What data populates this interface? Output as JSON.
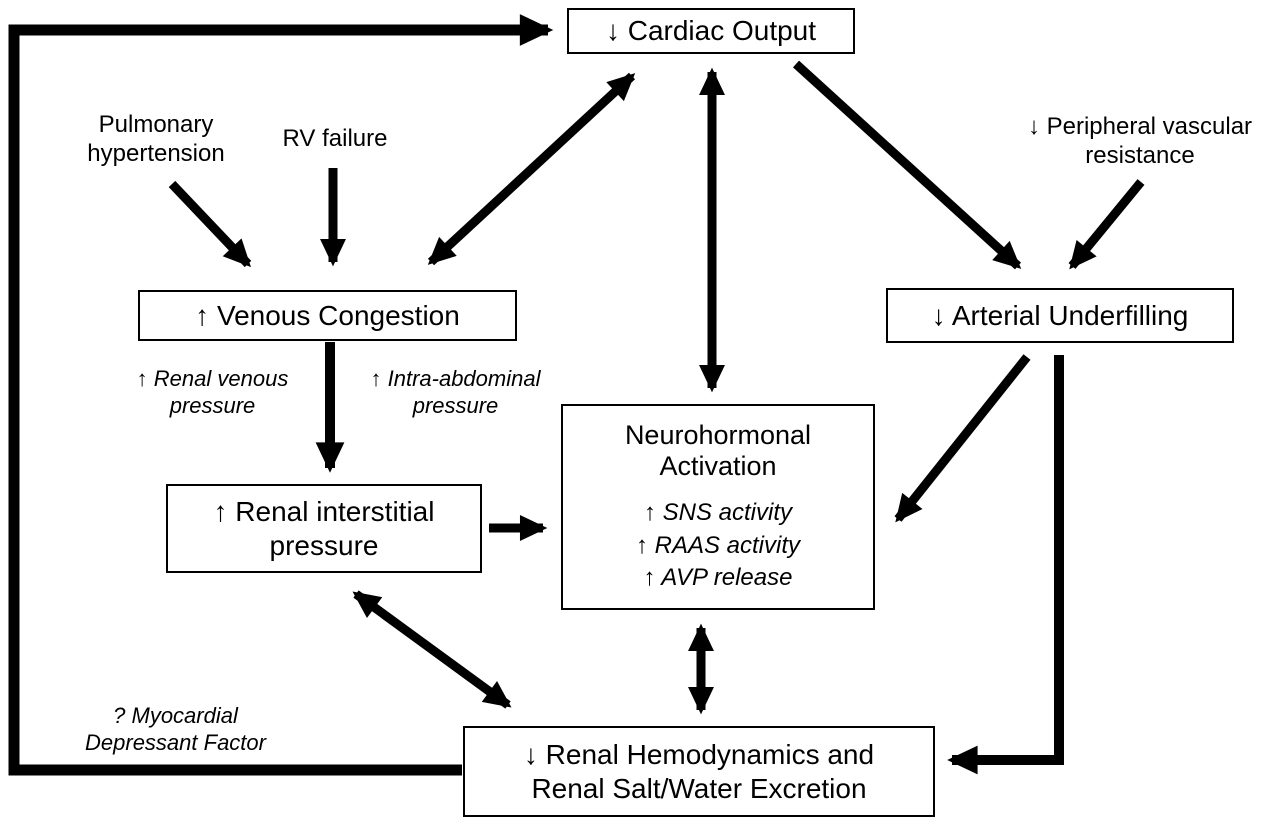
{
  "diagram": {
    "title": "Venous congestion and cardiorenal interaction diagram",
    "colors": {
      "ink": "#000000",
      "background": "#ffffff"
    },
    "boxes": {
      "cardiac_output": {
        "label": "↓ Cardiac Output"
      },
      "venous_congestion": {
        "label": "↑ Venous Congestion"
      },
      "arterial_underfilling": {
        "label": "↓ Arterial Underfilling"
      },
      "neurohormonal": {
        "title_line1": "Neurohormonal",
        "title_line2": "Activation",
        "items": [
          "↑ SNS activity",
          "↑ RAAS activity",
          "↑ AVP release"
        ]
      },
      "renal_interstitial": {
        "line1": "↑ Renal interstitial",
        "line2": "pressure"
      },
      "renal_hemodynamics": {
        "line1": "↓ Renal Hemodynamics and",
        "line2": "Renal Salt/Water Excretion"
      }
    },
    "labels": {
      "pulmonary_hypertension": {
        "line1": "Pulmonary",
        "line2": "hypertension"
      },
      "rv_failure": {
        "label": "RV failure"
      },
      "peripheral_vascular": {
        "line1": "↓ Peripheral vascular",
        "line2": "resistance"
      },
      "renal_venous_pressure": {
        "line1": "↑ Renal venous",
        "line2": "pressure"
      },
      "intra_abdominal_pressure": {
        "line1": "↑ Intra-abdominal",
        "line2": "pressure"
      },
      "myocardial_depressant": {
        "line1": "? Myocardial",
        "line2": "Depressant Factor"
      }
    },
    "arrows": [
      {
        "name": "renal-hemodynamics-to-cardiac-output-feedback",
        "type": "single"
      },
      {
        "name": "pulmonary-hypertension-to-venous-congestion",
        "type": "single"
      },
      {
        "name": "rv-failure-to-venous-congestion",
        "type": "single"
      },
      {
        "name": "cardiac-output-venous-congestion",
        "type": "double"
      },
      {
        "name": "cardiac-output-neurohormonal",
        "type": "double"
      },
      {
        "name": "cardiac-output-to-arterial-underfilling",
        "type": "single"
      },
      {
        "name": "peripheral-vascular-to-arterial-underfilling",
        "type": "single"
      },
      {
        "name": "venous-congestion-to-renal-interstitial",
        "type": "single"
      },
      {
        "name": "renal-interstitial-to-neurohormonal",
        "type": "single"
      },
      {
        "name": "arterial-underfilling-to-neurohormonal",
        "type": "single"
      },
      {
        "name": "arterial-underfilling-to-renal-hemodynamics",
        "type": "single"
      },
      {
        "name": "neurohormonal-renal-hemodynamics",
        "type": "double"
      },
      {
        "name": "renal-interstitial-renal-hemodynamics",
        "type": "double"
      }
    ]
  }
}
